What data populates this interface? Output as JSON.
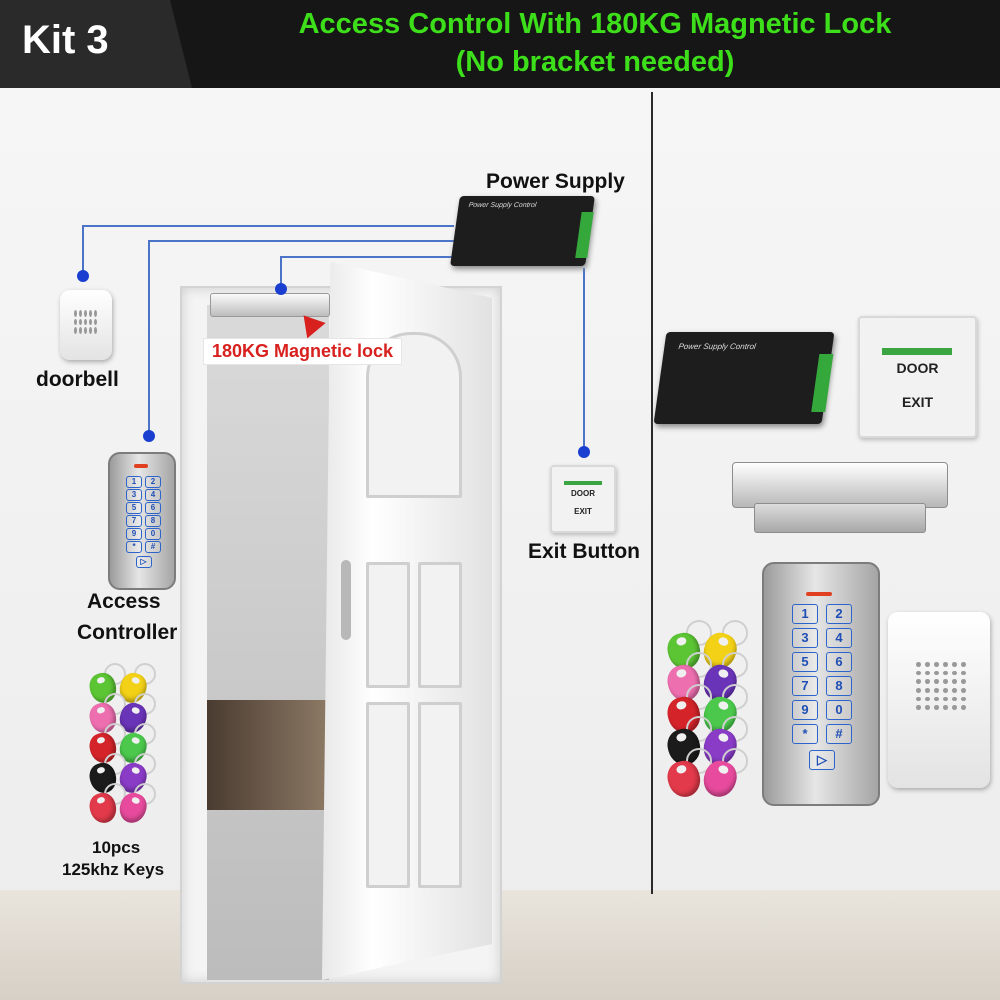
{
  "banner": {
    "kit_label": "Kit 3",
    "title_line1": "Access Control With 180KG Magnetic Lock",
    "title_line2": "(No bracket needed)",
    "title_color": "#3dde1a"
  },
  "labels": {
    "power_supply": "Power Supply",
    "magnetic_lock": "180KG Magnetic lock",
    "doorbell": "doorbell",
    "access_line1": "Access",
    "access_line2": "Controller",
    "exit_button": "Exit Button",
    "keys_line1": "10pcs",
    "keys_line2": "125khz Keys"
  },
  "device_text": {
    "psu_title": "Power Supply Control",
    "exit_door": "DOOR",
    "exit_exit": "EXIT"
  },
  "keypad": {
    "keys": [
      "1",
      "2",
      "3",
      "4",
      "5",
      "6",
      "7",
      "8",
      "9",
      "0",
      "*",
      "#"
    ],
    "key_color": "#2d64c9",
    "led_color": "#e04020"
  },
  "fob_colors": [
    "#5cc534",
    "#f2d117",
    "#ee6fb0",
    "#6a34b8",
    "#d4242a",
    "#4cc94d",
    "#1b1b1b",
    "#8a3cc7",
    "#e23a4a",
    "#e84b9d"
  ],
  "wire_color": "#4b74c8",
  "lock_label_color": "#d8211f",
  "icons": [
    "power-supply-device-icon",
    "exit-button-device-icon",
    "magnetic-lock-device-icon",
    "keypad-device-icon",
    "doorbell-device-icon",
    "rfid-fob-icon"
  ]
}
